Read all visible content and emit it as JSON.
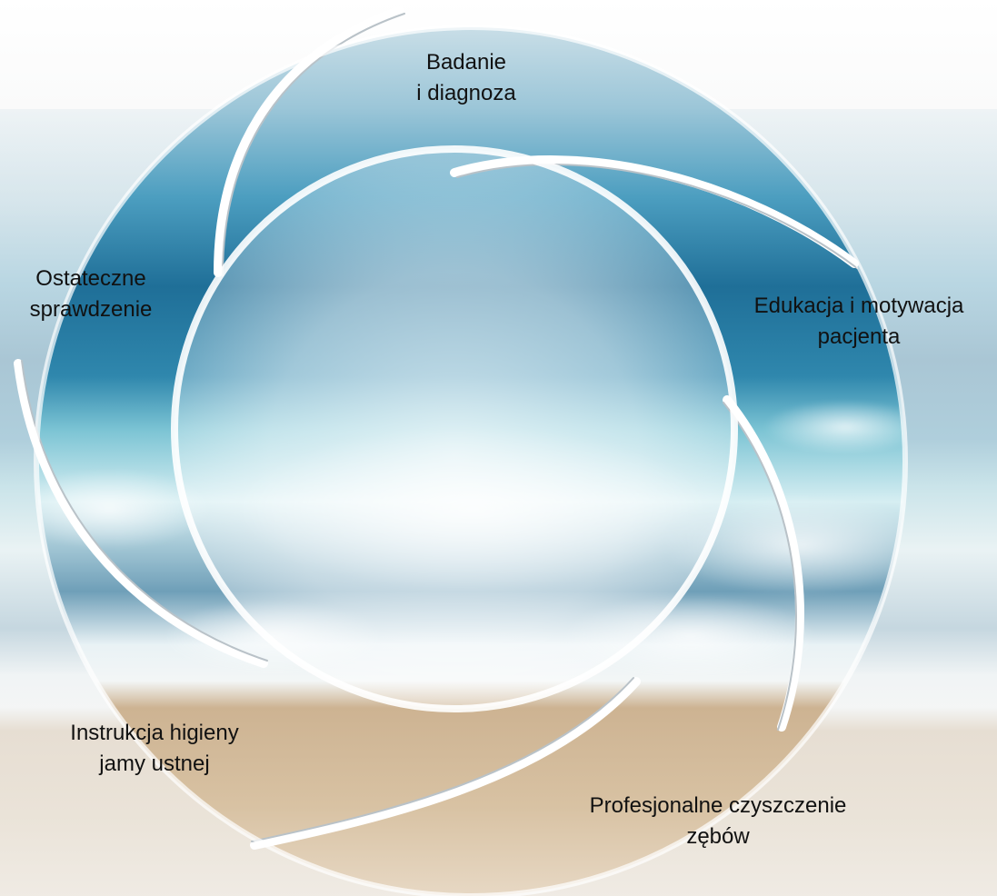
{
  "cycle_steps": [
    {
      "lines": [
        "Badanie",
        "i diagnoza"
      ]
    },
    {
      "lines": [
        "Edukacja i motywacja",
        "pacjenta"
      ]
    },
    {
      "lines": [
        "Profesjonalne czyszczenie",
        "zębów"
      ]
    },
    {
      "lines": [
        "Instrukcja higieny",
        "jamy ustnej"
      ]
    },
    {
      "lines": [
        "Ostateczne",
        "sprawdzenie"
      ]
    }
  ],
  "colors": {
    "sky": "#f4f5f5",
    "sea_deep": "#1f6f98",
    "sea_mid": "#3f9fc2",
    "sea_light": "#8fd0df",
    "foam": "#f3f8fa",
    "sand": "#cdb392",
    "sand_light": "#e7d8c4",
    "arc_edge": "#b9c2c8",
    "text": "#111111"
  }
}
